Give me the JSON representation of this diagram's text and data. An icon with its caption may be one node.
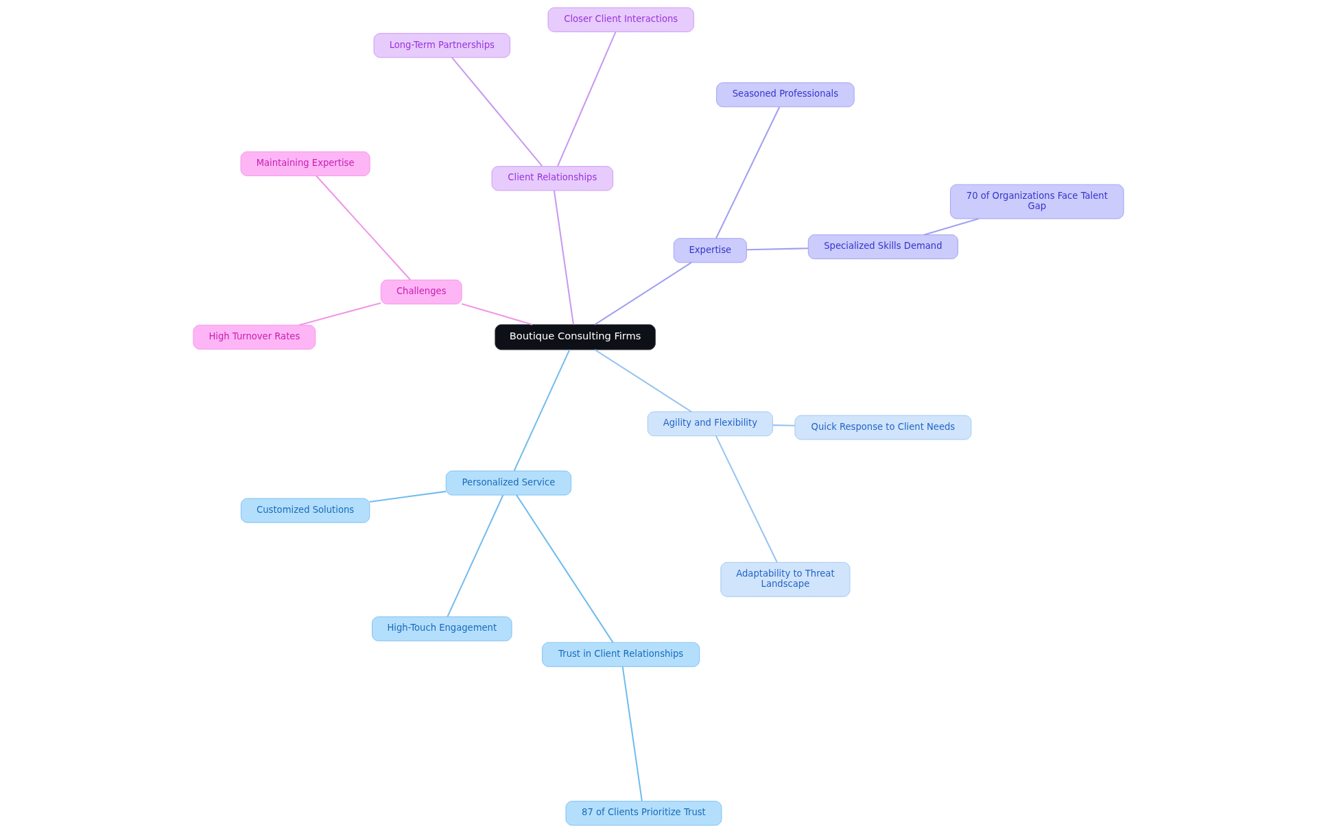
{
  "diagram": {
    "nodes": [
      {
        "text": [
          "Boutique Consulting Firms"
        ]
      },
      {
        "text": [
          "Expertise"
        ]
      },
      {
        "text": [
          "Specialized Skills Demand"
        ]
      },
      {
        "text": [
          "70 of Organizations Face Talent Gap"
        ]
      },
      {
        "text": [
          "Seasoned Professionals"
        ]
      },
      {
        "text": [
          "Client Relationships"
        ]
      },
      {
        "text": [
          "Closer Client Interactions"
        ]
      },
      {
        "text": [
          "Long-Term Partnerships"
        ]
      },
      {
        "text": [
          "Challenges"
        ]
      },
      {
        "text": [
          "Maintaining Expertise"
        ]
      },
      {
        "text": [
          "High Turnover Rates"
        ]
      },
      {
        "text": [
          "Personalized Service"
        ]
      },
      {
        "text": [
          "Customized Solutions"
        ]
      },
      {
        "text": [
          "High-Touch Engagement"
        ]
      },
      {
        "text": [
          "Trust in Client Relationships"
        ]
      },
      {
        "text": [
          "87 of Clients Prioritize Trust"
        ]
      },
      {
        "text": [
          "Agility and Flexibility"
        ]
      },
      {
        "text": [
          "Adaptability to Threat Landscape"
        ]
      },
      {
        "text": [
          "Quick Response to Client Needs"
        ]
      }
    ],
    "edges": [
      {
        "from": 0,
        "to": 1,
        "arrow": "none",
        "color": "#a0a0f0"
      },
      {
        "from": 1,
        "to": 2,
        "arrow": "none",
        "color": "#a0a0f0"
      },
      {
        "from": 2,
        "to": 3,
        "arrow": "none",
        "color": "#a0a0f0"
      },
      {
        "from": 1,
        "to": 4,
        "arrow": "none",
        "color": "#a0a0f0"
      },
      {
        "from": 0,
        "to": 5,
        "arrow": "none",
        "color": "#c89af0"
      },
      {
        "from": 5,
        "to": 6,
        "arrow": "none",
        "color": "#c89af0"
      },
      {
        "from": 5,
        "to": 7,
        "arrow": "none",
        "color": "#c89af0"
      },
      {
        "from": 0,
        "to": 8,
        "arrow": "none",
        "color": "#f096e6"
      },
      {
        "from": 8,
        "to": 9,
        "arrow": "none",
        "color": "#f096e6"
      },
      {
        "from": 8,
        "to": 10,
        "arrow": "none",
        "color": "#f096e6"
      },
      {
        "from": 0,
        "to": 11,
        "arrow": "none",
        "color": "#72bcee"
      },
      {
        "from": 11,
        "to": 12,
        "arrow": "none",
        "color": "#72bcee"
      },
      {
        "from": 11,
        "to": 13,
        "arrow": "none",
        "color": "#72bcee"
      },
      {
        "from": 11,
        "to": 14,
        "arrow": "none",
        "color": "#72bcee"
      },
      {
        "from": 14,
        "to": 15,
        "arrow": "none",
        "color": "#72bcee"
      },
      {
        "from": 0,
        "to": 16,
        "arrow": "none",
        "color": "#96c4f0"
      },
      {
        "from": 16,
        "to": 17,
        "arrow": "none",
        "color": "#96c4f0"
      },
      {
        "from": 16,
        "to": 18,
        "arrow": "none",
        "color": "#96c4f0"
      }
    ]
  }
}
